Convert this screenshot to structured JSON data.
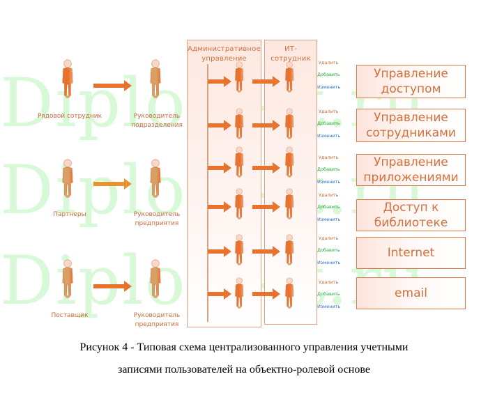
{
  "watermark": "Diplom-it.ru",
  "left_roles": [
    {
      "source": "Рядовой сотрудник",
      "target_line1": "Руководитель",
      "target_line2": "подразделения"
    },
    {
      "source": "Партнеры",
      "target_line1": "Руководитель",
      "target_line2": "предприятия"
    },
    {
      "source": "Поставщик",
      "target_line1": "Руководитель",
      "target_line2": "предприятия"
    }
  ],
  "panels": {
    "admin": {
      "line1": "Административное",
      "line2": "управление"
    },
    "it": {
      "title": "ИТ-сотрудник"
    }
  },
  "actions": {
    "delete": "Удалить",
    "add": "Добавить",
    "edit": "Изменить"
  },
  "resources": [
    {
      "line1": "Управление",
      "line2": "доступом"
    },
    {
      "line1": "Управление",
      "line2": "сотрудниками"
    },
    {
      "line1": "Управление",
      "line2": "приложениями"
    },
    {
      "line1": "Доступ к",
      "line2": "библиотеке"
    },
    {
      "line1": "Internet",
      "line2": ""
    },
    {
      "line1": "email",
      "line2": ""
    }
  ],
  "caption": {
    "line1": "Рисунок 4 - Типовая схема централизованного управления учетными",
    "line2": "записями пользователей на объектно-ролевой основе"
  },
  "colors": {
    "accent": "#e8732f",
    "panel_border": "#e0a080",
    "text_orange": "#d4703a",
    "add_green": "#1faa3a",
    "edit_blue": "#2a6fd6",
    "watermark": "#b8f5b8"
  }
}
